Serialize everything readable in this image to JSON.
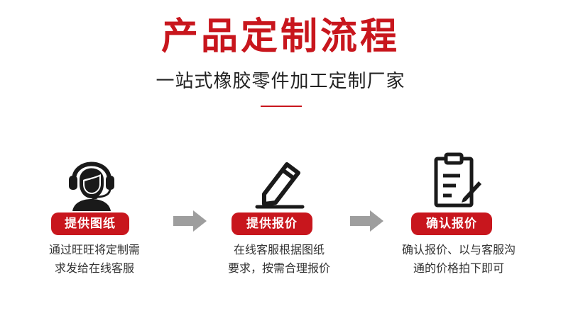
{
  "header": {
    "title": "产品定制流程",
    "subtitle": "一站式橡胶零件加工定制厂家"
  },
  "steps": [
    {
      "icon": "customer-service-headset-icon",
      "label": "提供图纸",
      "desc_line1": "通过旺旺将定制需",
      "desc_line2": "求发给在线客服"
    },
    {
      "icon": "pencil-edit-icon",
      "label": "提供报价",
      "desc_line1": "在线客服根据图纸",
      "desc_line2": "要求，按需合理报价"
    },
    {
      "icon": "clipboard-check-icon",
      "label": "确认报价",
      "desc_line1": "确认报价、以与客服沟",
      "desc_line2": "通的价格拍下即可"
    }
  ],
  "colors": {
    "accent": "#c8161d",
    "icon": "#1a1a1a",
    "arrow": "#9e9e9e"
  }
}
